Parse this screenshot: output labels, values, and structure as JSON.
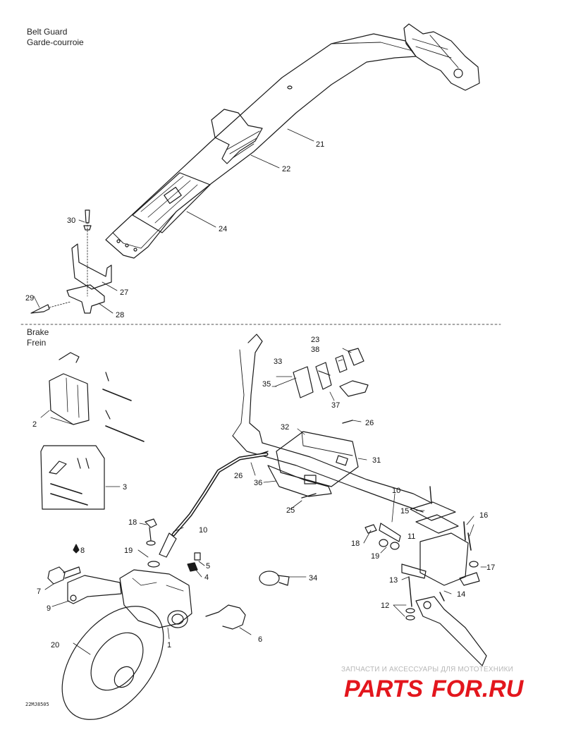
{
  "sections": {
    "belt_guard": {
      "title_en": "Belt Guard",
      "title_fr": "Garde-courroie"
    },
    "brake": {
      "title_en": "Brake",
      "title_fr": "Frein"
    }
  },
  "callouts": {
    "c21": "21",
    "c22": "22",
    "c24": "24",
    "c30": "30",
    "c27": "27",
    "c28": "28",
    "c29": "29",
    "c23": "23",
    "c38": "38",
    "c33": "33",
    "c35": "35",
    "c37": "37",
    "c26a": "26",
    "c32": "32",
    "c31": "31",
    "c26b": "26",
    "c36": "36",
    "c25": "25",
    "c2": "2",
    "c3": "3",
    "c18a": "18",
    "c10a": "10",
    "c19a": "19",
    "c8": "8",
    "c5": "5",
    "c4": "4",
    "c7": "7",
    "c9": "9",
    "c34": "34",
    "c6": "6",
    "c1": "1",
    "c20": "20",
    "c10b": "10",
    "c15": "15",
    "c16": "16",
    "c18b": "18",
    "c11": "11",
    "c19b": "19",
    "c17": "17",
    "c13": "13",
    "c14": "14",
    "c12": "12"
  },
  "diagram_code": "22MJ8505",
  "watermark": {
    "caption": "ЗАПЧАСТИ И АКСЕССУАРЫ ДЛЯ МОТОТЕХНИКИ",
    "logo_a": "PARTS",
    "logo_b": "FOR.RU"
  },
  "colors": {
    "line": "#1a1a1a",
    "logo_red": "#e3161d",
    "logo_gray": "#b3b3b3"
  }
}
